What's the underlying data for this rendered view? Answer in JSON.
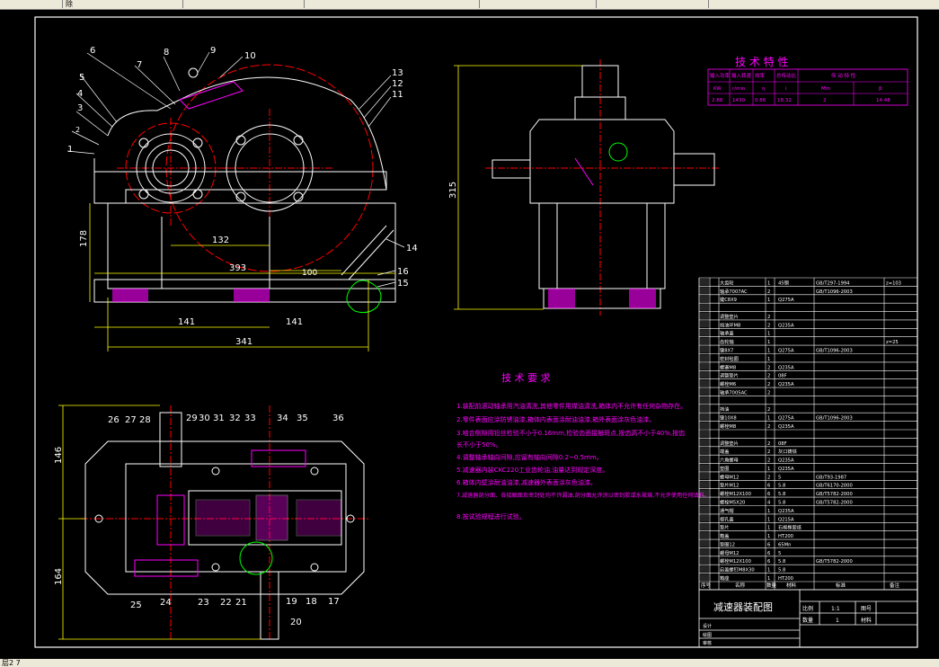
{
  "window": {
    "tab_labels": [
      "",
      "除",
      "",
      "",
      "",
      "",
      ""
    ],
    "status_text": "层2 7"
  },
  "drawing": {
    "part_numbers": [
      "1",
      "2",
      "3",
      "4",
      "5",
      "6",
      "7",
      "8",
      "9",
      "10",
      "11",
      "12",
      "13",
      "14",
      "15",
      "16",
      "17",
      "18",
      "19",
      "20",
      "21",
      "22",
      "23",
      "24",
      "25",
      "26",
      "27",
      "28",
      "29",
      "30",
      "31",
      "32",
      "33",
      "34",
      "35",
      "36"
    ],
    "dims_front": {
      "d178": "178",
      "d132": "132",
      "d393": "393",
      "d100": "100",
      "d141a": "141",
      "d141b": "141",
      "d341": "341"
    },
    "dims_side": {
      "d315": "315"
    },
    "dims_plan": {
      "d146": "146",
      "d164": "164"
    }
  },
  "tech_specs": {
    "title": "技 术 特 性",
    "header_row1": [
      "输入功率",
      "输入转速",
      "效率",
      "总传动比",
      "传 动 特 性"
    ],
    "header_row2": [
      "KW",
      "r/min",
      "η",
      "i",
      "Mm",
      "β"
    ],
    "value_row": [
      "2.88",
      "1430",
      "0.86",
      "18.32",
      "2",
      "14.48"
    ]
  },
  "requirements": {
    "title": "技 术 要 求",
    "lines": [
      "1.装配前滚动轴承用汽油清洗,其他零件用煤油清洗,箱体内不允许有任何杂物存在。",
      "2.零件表面应涂防锈油漆,箱体内表面涂耐油油漆,箱外表面涂灰色油漆。",
      "3.啮合侧隙用铅丝检验不小于0.16mm,检验齿面接触斑点,按齿高不小于40%,按齿",
      "长不小于50%。",
      "4.调整轴承轴向间隙,应留有轴向间隙0.2~0.5mm。",
      "5.减速器内装CKC220工业齿轮油,油量达到规定深度。",
      "6.箱体内壁涂耐油油漆,减速器外表面涂灰色油漆。",
      "7.减速器剖分面、各接触面及密封处均不许漏油,剖分面允许涂以密封胶或水玻璃,不允许使用任何填料。",
      "8.按试验规程进行试验。"
    ]
  },
  "bom": {
    "rows": [
      [
        "",
        "",
        "大齿轮",
        "1",
        "45钢",
        "GB/T297-1994",
        "z=103"
      ],
      [
        "",
        "",
        "轴承7007AC",
        "2",
        "",
        "GB/T1096-2003",
        ""
      ],
      [
        "",
        "",
        "键C8X9",
        "1",
        "Q275A",
        "",
        ""
      ],
      [
        "",
        "",
        "",
        "",
        "",
        "",
        ""
      ],
      [
        "",
        "",
        "调整垫片",
        "2",
        "",
        "",
        ""
      ],
      [
        "",
        "",
        "挡油环M8",
        "2",
        "Q235A",
        "",
        ""
      ],
      [
        "",
        "",
        "轴承盖",
        "1",
        "",
        "",
        ""
      ],
      [
        "",
        "",
        "齿轮轴",
        "1",
        "",
        "",
        "z=25"
      ],
      [
        "",
        "",
        "键8X7",
        "1",
        "Q275A",
        "GB/T1096-2003",
        ""
      ],
      [
        "",
        "",
        "密封毡圈",
        "1",
        "",
        "",
        ""
      ],
      [
        "",
        "",
        "螺塞M8",
        "2",
        "Q235A",
        "",
        ""
      ],
      [
        "",
        "",
        "调整垫片",
        "2",
        "08F",
        "",
        ""
      ],
      [
        "",
        "",
        "螺栓M6",
        "2",
        "Q235A",
        "",
        ""
      ],
      [
        "",
        "",
        "轴承7005AC",
        "2",
        "",
        "",
        ""
      ],
      [
        "",
        "",
        "",
        "",
        "",
        "",
        ""
      ],
      [
        "",
        "",
        "挡油",
        "2",
        "",
        "",
        ""
      ],
      [
        "",
        "",
        "键10X8",
        "1",
        "Q275A",
        "GB/T1096-2003",
        ""
      ],
      [
        "",
        "",
        "螺栓M8",
        "2",
        "Q235A",
        "",
        ""
      ],
      [
        "",
        "",
        "",
        "",
        "",
        "",
        ""
      ],
      [
        "",
        "",
        "调整垫片",
        "2",
        "08F",
        "",
        ""
      ],
      [
        "",
        "",
        "端盖",
        "2",
        "灰口铸铁",
        "",
        ""
      ],
      [
        "",
        "",
        "六角螺母",
        "2",
        "Q235A",
        "",
        ""
      ],
      [
        "",
        "",
        "垫圈",
        "1",
        "Q235A",
        "",
        ""
      ],
      [
        "",
        "",
        "螺母M12",
        "2",
        "5",
        "GB/T93-1987",
        ""
      ],
      [
        "",
        "",
        "垫片M12",
        "6",
        "5.8",
        "GB/T6170-2000",
        ""
      ],
      [
        "",
        "",
        "螺栓M12X100",
        "6",
        "5.8",
        "GB/T5782-2000",
        ""
      ],
      [
        "",
        "",
        "螺栓M5X20",
        "4",
        "5.8",
        "GB/T5782-2000",
        ""
      ],
      [
        "",
        "",
        "通气帽",
        "1",
        "Q235A",
        "",
        ""
      ],
      [
        "",
        "",
        "视孔盖",
        "1",
        "Q215A",
        "",
        ""
      ],
      [
        "",
        "",
        "垫片",
        "1",
        "石棉橡胶纸",
        "",
        ""
      ],
      [
        "",
        "",
        "箱盖",
        "1",
        "HT200",
        "",
        ""
      ],
      [
        "",
        "",
        "垫圈12",
        "6",
        "65Mn",
        "",
        ""
      ],
      [
        "",
        "",
        "螺母M12",
        "6",
        "5",
        "",
        ""
      ],
      [
        "",
        "",
        "螺栓M12X100",
        "6",
        "5.8",
        "GB/T5782-2000",
        ""
      ],
      [
        "",
        "",
        "启盖螺钉M8X30",
        "1",
        "5.8",
        "",
        ""
      ],
      [
        "",
        "",
        "箱座",
        "1",
        "HT200",
        "",
        ""
      ]
    ],
    "header": [
      "序号",
      "",
      "名称",
      "数量",
      "材料",
      "标准",
      "备注"
    ],
    "title_block": {
      "drawing_title": "减速器装配图",
      "ratio_label": "比例",
      "ratio_value": "1:1",
      "sheet_label": "图号",
      "qty_label": "数量",
      "qty_value": "1",
      "material_label": "材料",
      "design_label": "设计",
      "draw_label": "绘图",
      "check_label": "审核"
    }
  },
  "colors": {
    "background": "#000000",
    "outline": "#ffffff",
    "dimension": "#ffff00",
    "center_line": "#ff0000",
    "hatch": "#ff00ff",
    "highlight": "#00ff00",
    "text_magenta": "#ff00ff"
  }
}
